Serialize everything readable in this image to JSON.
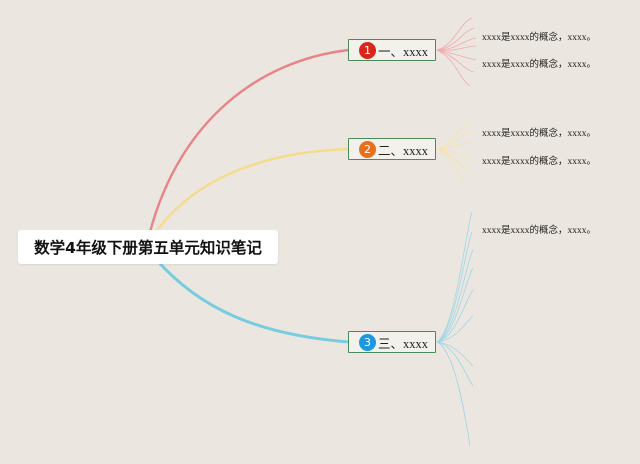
{
  "mindmap": {
    "root": {
      "label": "数学4年级下册第五单元知识笔记"
    },
    "branches": [
      {
        "badge": "1",
        "label": "一、xxxx",
        "color": "#e8838a",
        "badge_color": "#d9261c",
        "leaves": [
          "xxxx是xxxx的概念，xxxx。",
          "xxxx是xxxx的概念，xxxx。"
        ]
      },
      {
        "badge": "2",
        "label": "二、xxxx",
        "color": "#f5dc8c",
        "badge_color": "#e8701d",
        "leaves": [
          "xxxx是xxxx的概念，xxxx。",
          "xxxx是xxxx的概念，xxxx。"
        ]
      },
      {
        "badge": "3",
        "label": "三、xxxx",
        "color": "#78cce0",
        "badge_color": "#1d97de",
        "leaves": [
          "xxxx是xxxx的概念，xxxx。"
        ]
      }
    ]
  }
}
